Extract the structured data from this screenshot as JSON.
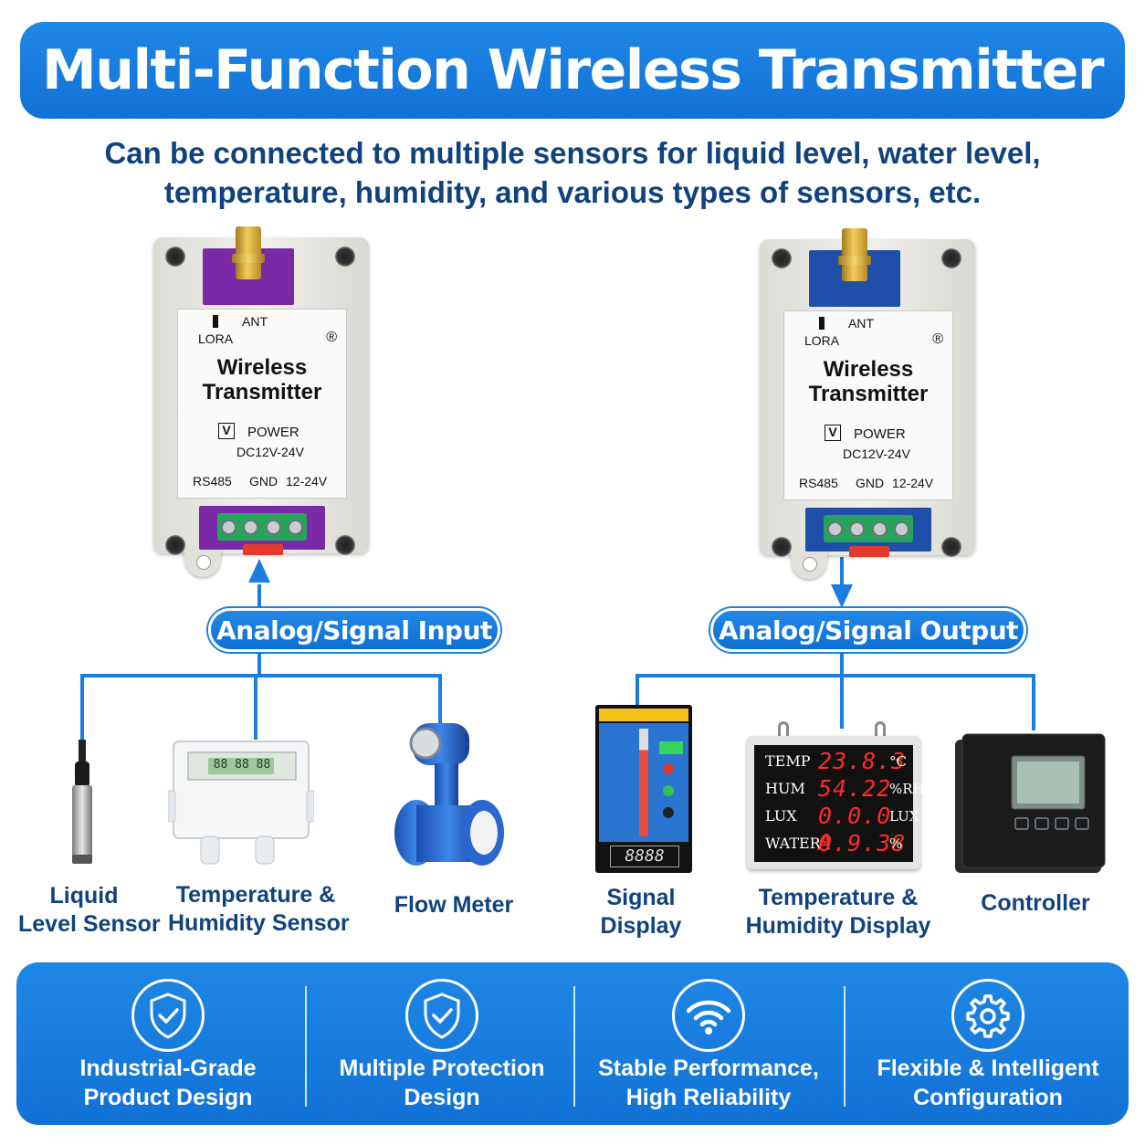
{
  "header": {
    "title": "Multi-Function Wireless Transmitter",
    "subtitle_line1": "Can be connected to multiple sensors for liquid level, water level,",
    "subtitle_line2": "temperature, humidity, and various types of sensors, etc."
  },
  "device_label": {
    "ant": "ANT",
    "lora": "LORA",
    "reg": "®",
    "name_line1": "Wireless",
    "name_line2": "Transmitter",
    "check": "V",
    "power": "POWER",
    "voltage": "DC12V-24V",
    "rs485": "RS485",
    "gnd": "GND",
    "v1224": "12-24V"
  },
  "input": {
    "pill_label": "Analog/Signal Input",
    "items": [
      {
        "line1": "Liquid",
        "line2": "Level Sensor"
      },
      {
        "line1": "Temperature &",
        "line2": "Humidity Sensor"
      },
      {
        "line1": "Flow Meter",
        "line2": ""
      }
    ]
  },
  "output": {
    "pill_label": "Analog/Signal Output",
    "items": [
      {
        "line1": "Signal",
        "line2": "Display"
      },
      {
        "line1": "Temperature &",
        "line2": "Humidity Display"
      },
      {
        "line1": "Controller",
        "line2": ""
      }
    ]
  },
  "sensor_display": "88 88 88",
  "signal_display": "8888",
  "th_display": {
    "rows": [
      {
        "key": "TEMP",
        "value": "23.8.3",
        "unit": "°C"
      },
      {
        "key": "HUM",
        "value": "54.22",
        "unit": "%RH"
      },
      {
        "key": "LUX",
        "value": "0.0.0 A",
        "unit": "LUX"
      },
      {
        "key": "WATER",
        "value": "0.9.38",
        "unit": "%"
      }
    ]
  },
  "features": [
    {
      "line1": "Industrial-Grade",
      "line2": "Product Design",
      "icon": "shield-check-icon"
    },
    {
      "line1": "Multiple Protection",
      "line2": "Design",
      "icon": "shield-check-icon"
    },
    {
      "line1": "Stable Performance,",
      "line2": "High Reliability",
      "icon": "wifi-icon"
    },
    {
      "line1": "Flexible & Intelligent",
      "line2": "Configuration",
      "icon": "gear-icon"
    }
  ],
  "colors": {
    "banner_blue": "#1a7ee0",
    "text_navy": "#10427e",
    "wire_blue": "#1a7ee0",
    "pcb_left": "#7a2aa6",
    "pcb_right": "#1f4fa8"
  }
}
